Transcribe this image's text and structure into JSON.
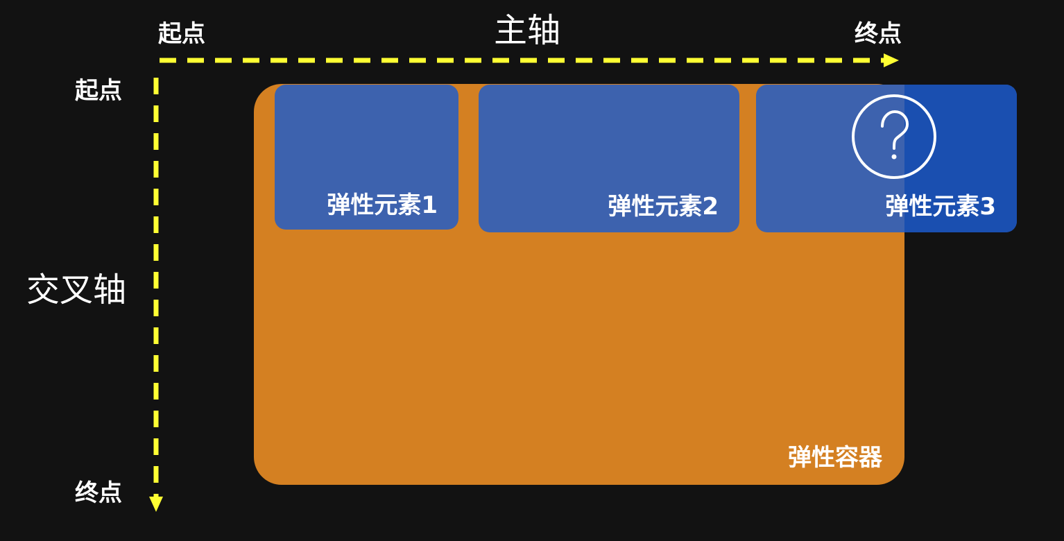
{
  "main_axis": {
    "title": "主轴",
    "start_label": "起点",
    "end_label": "终点"
  },
  "cross_axis": {
    "title": "交叉轴",
    "start_label": "起点",
    "end_label": "终点"
  },
  "container": {
    "label": "弹性容器"
  },
  "items": [
    {
      "label": "弹性元素1"
    },
    {
      "label": "弹性元素2"
    },
    {
      "label": "弹性元素3"
    }
  ],
  "icons": {
    "overflow_marker": "question-circle-icon"
  },
  "colors": {
    "background": "#121212",
    "axis": "#ffff33",
    "container": "#d48022",
    "item": "#3d62ae",
    "item_overflow": "#1a4fb0",
    "text": "#ffffff"
  }
}
